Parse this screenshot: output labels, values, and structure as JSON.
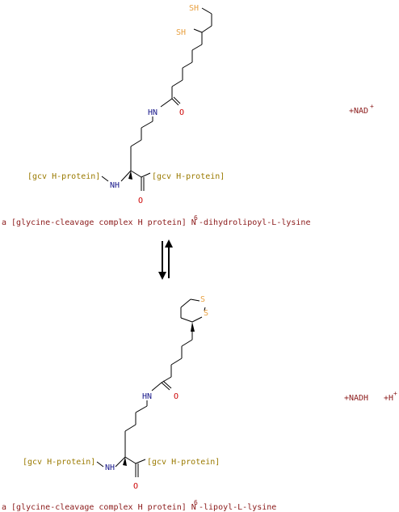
{
  "reaction": {
    "top": {
      "name_prefix": "a [glycine-cleavage complex H protein] N",
      "name_sup": "6",
      "name_suffix": "-dihydrolipoyl-L-lysine",
      "atoms": {
        "sh_top": "SH",
        "sh_mid": "SH",
        "amide_n": "HN",
        "amide_o": "O",
        "nh": "NH",
        "acid_o": "O",
        "gcv_left": "[gcv H-protein]",
        "gcv_right": "[gcv H-protein]"
      },
      "cofactor": {
        "text": "NAD",
        "sup": "+"
      }
    },
    "bottom": {
      "name_prefix": "a [glycine-cleavage complex H protein] N",
      "name_sup": "6",
      "name_suffix": "-lipoyl-L-lysine",
      "atoms": {
        "s1": "S",
        "s2": "S",
        "amide_n": "HN",
        "amide_o": "O",
        "nh": "NH",
        "acid_o": "O",
        "gcv_left": "[gcv H-protein]",
        "gcv_right": "[gcv H-protein]"
      },
      "products": [
        {
          "text": "NADH",
          "sup": ""
        },
        {
          "text": "H",
          "sup": "+"
        }
      ]
    },
    "plus": "+",
    "arrow": "reversible-equilibrium-arrow",
    "colors": {
      "name_text": "#8b1a1a",
      "nitrogen": "#1a1a8b",
      "oxygen": "#cc0000",
      "sulfur_h": "#e8a040",
      "sulfur": "#e8a040",
      "protein_label": "#9a7a00",
      "bond": "#000000"
    }
  }
}
